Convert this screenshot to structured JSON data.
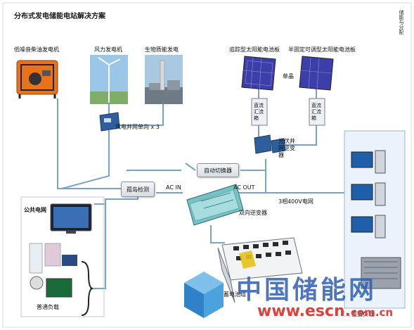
{
  "title": "分布式发电储能电站解决方案",
  "side_note": "储能与分配",
  "labels": {
    "diesel": "低噪音柴油发电机",
    "wind": "风力发电机",
    "biomass": "生物质能发电",
    "tracking_pv": "追踪型太阳能电池板",
    "semi_fixed_pv": "半固定可调型太阳能电池板",
    "mono": "单晶",
    "wind_inverter": "风电并网单向 x 3",
    "combiner1": "直流汇流箱",
    "combiner2": "直流汇流箱",
    "pv_inverter": "光伏并网逆变器",
    "auto_switch": "自动切换器",
    "island": "孤岛检测",
    "ac_in": "AC IN",
    "ac_out": "AC OUT",
    "grid3": "3相400V电网",
    "bidir_inverter": "双向逆变器",
    "public_grid": "公共电网",
    "normal_load": "普通负载",
    "battery": "蓄电池组",
    "critical_load": "重要负载"
  },
  "watermark": {
    "cn": "中国储能网",
    "url_main": "www.escn.",
    "url_tail": "com.cn"
  },
  "colors": {
    "wire": "#7aa3c8",
    "accent": "#2f5fb3",
    "url": "#e0403a"
  }
}
